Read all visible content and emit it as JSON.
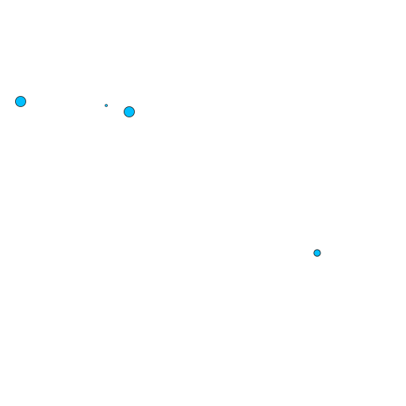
{
  "map": {
    "background_color": "#ffffff",
    "marker_fill": "#00bfff",
    "marker_stroke": "#1a1a1a",
    "markers": [
      {
        "id": "marker-1",
        "size": "large"
      },
      {
        "id": "marker-2",
        "size": "tiny"
      },
      {
        "id": "marker-3",
        "size": "large"
      },
      {
        "id": "marker-4",
        "size": "small"
      }
    ]
  }
}
